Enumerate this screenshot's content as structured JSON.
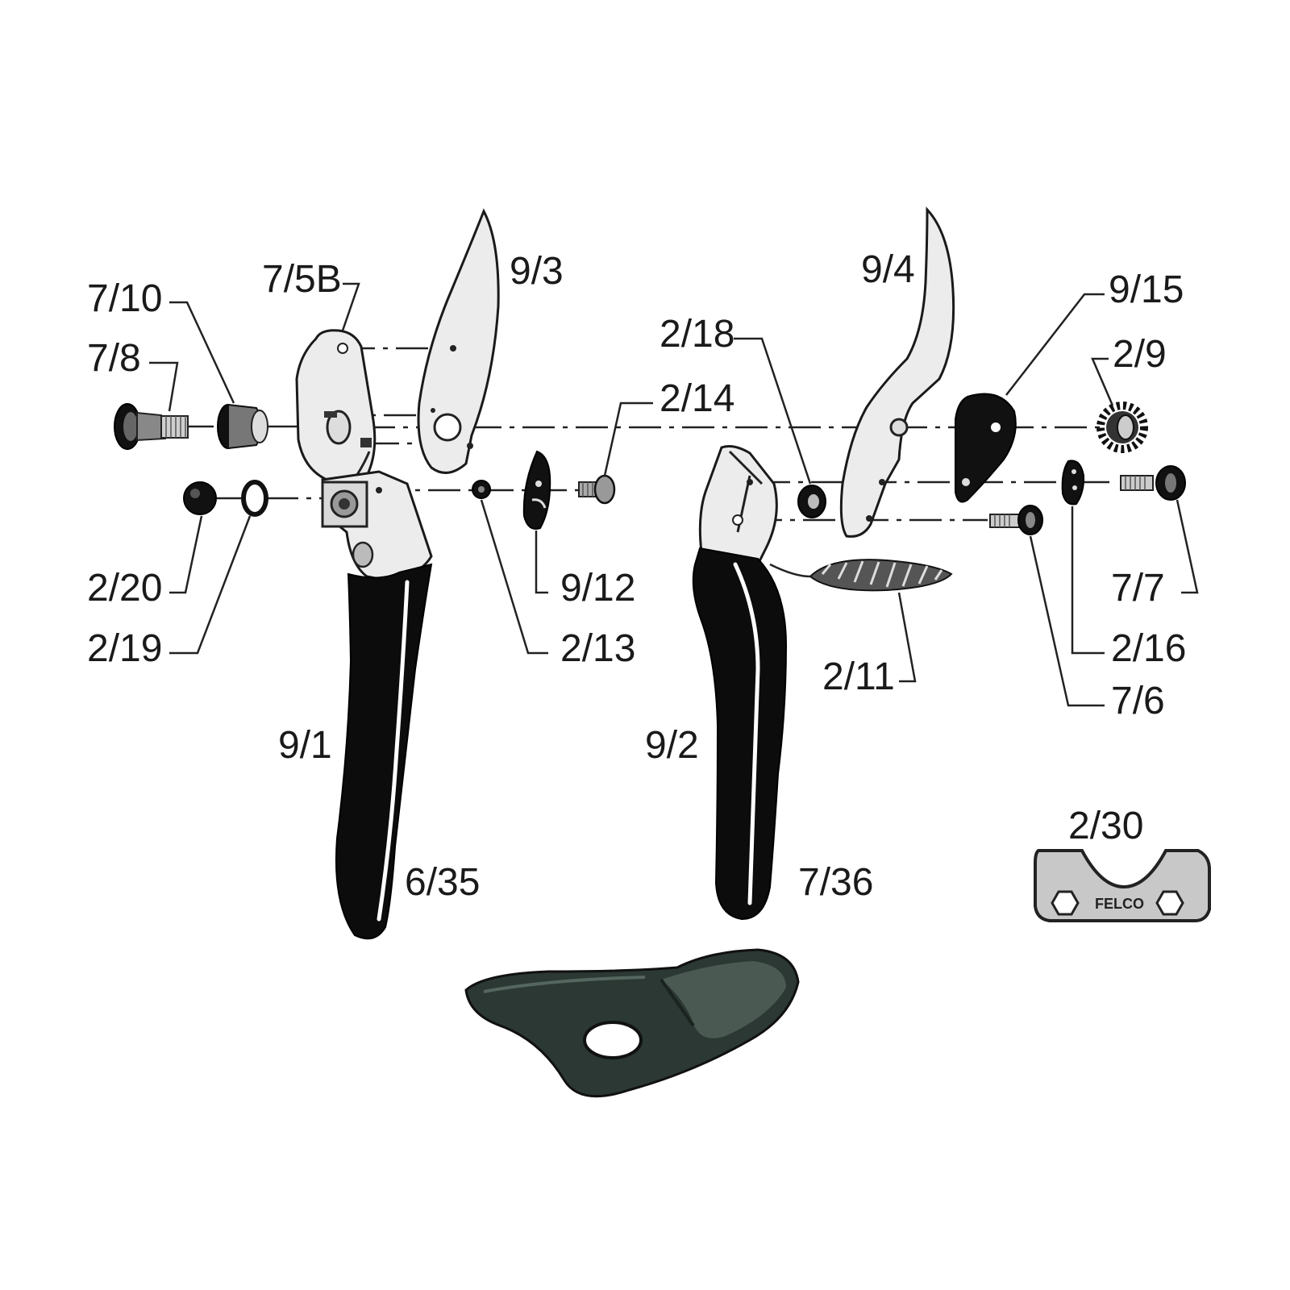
{
  "diagram": {
    "parts": [
      {
        "id": "p-7-10",
        "label": "7/10"
      },
      {
        "id": "p-7-8",
        "label": "7/8"
      },
      {
        "id": "p-7-5b",
        "label": "7/5B"
      },
      {
        "id": "p-9-3",
        "label": "9/3"
      },
      {
        "id": "p-2-20",
        "label": "2/20"
      },
      {
        "id": "p-2-19",
        "label": "2/19"
      },
      {
        "id": "p-9-12",
        "label": "9/12"
      },
      {
        "id": "p-2-13",
        "label": "2/13"
      },
      {
        "id": "p-2-14",
        "label": "2/14"
      },
      {
        "id": "p-9-1",
        "label": "9/1"
      },
      {
        "id": "p-6-35",
        "label": "6/35"
      },
      {
        "id": "p-9-4",
        "label": "9/4"
      },
      {
        "id": "p-2-18",
        "label": "2/18"
      },
      {
        "id": "p-9-15",
        "label": "9/15"
      },
      {
        "id": "p-2-9",
        "label": "2/9"
      },
      {
        "id": "p-7-7",
        "label": "7/7"
      },
      {
        "id": "p-2-16",
        "label": "2/16"
      },
      {
        "id": "p-7-6",
        "label": "7/6"
      },
      {
        "id": "p-2-11",
        "label": "2/11"
      },
      {
        "id": "p-9-2",
        "label": "9/2"
      },
      {
        "id": "p-7-36",
        "label": "7/36"
      },
      {
        "id": "p-2-30",
        "label": "2/30"
      }
    ],
    "wrench_logo": "FELCO",
    "colors": {
      "ink": "#1a1a1a",
      "metal": "#ececec",
      "grip": "#0c0c0c",
      "anvil_green": "#2b3833"
    }
  }
}
